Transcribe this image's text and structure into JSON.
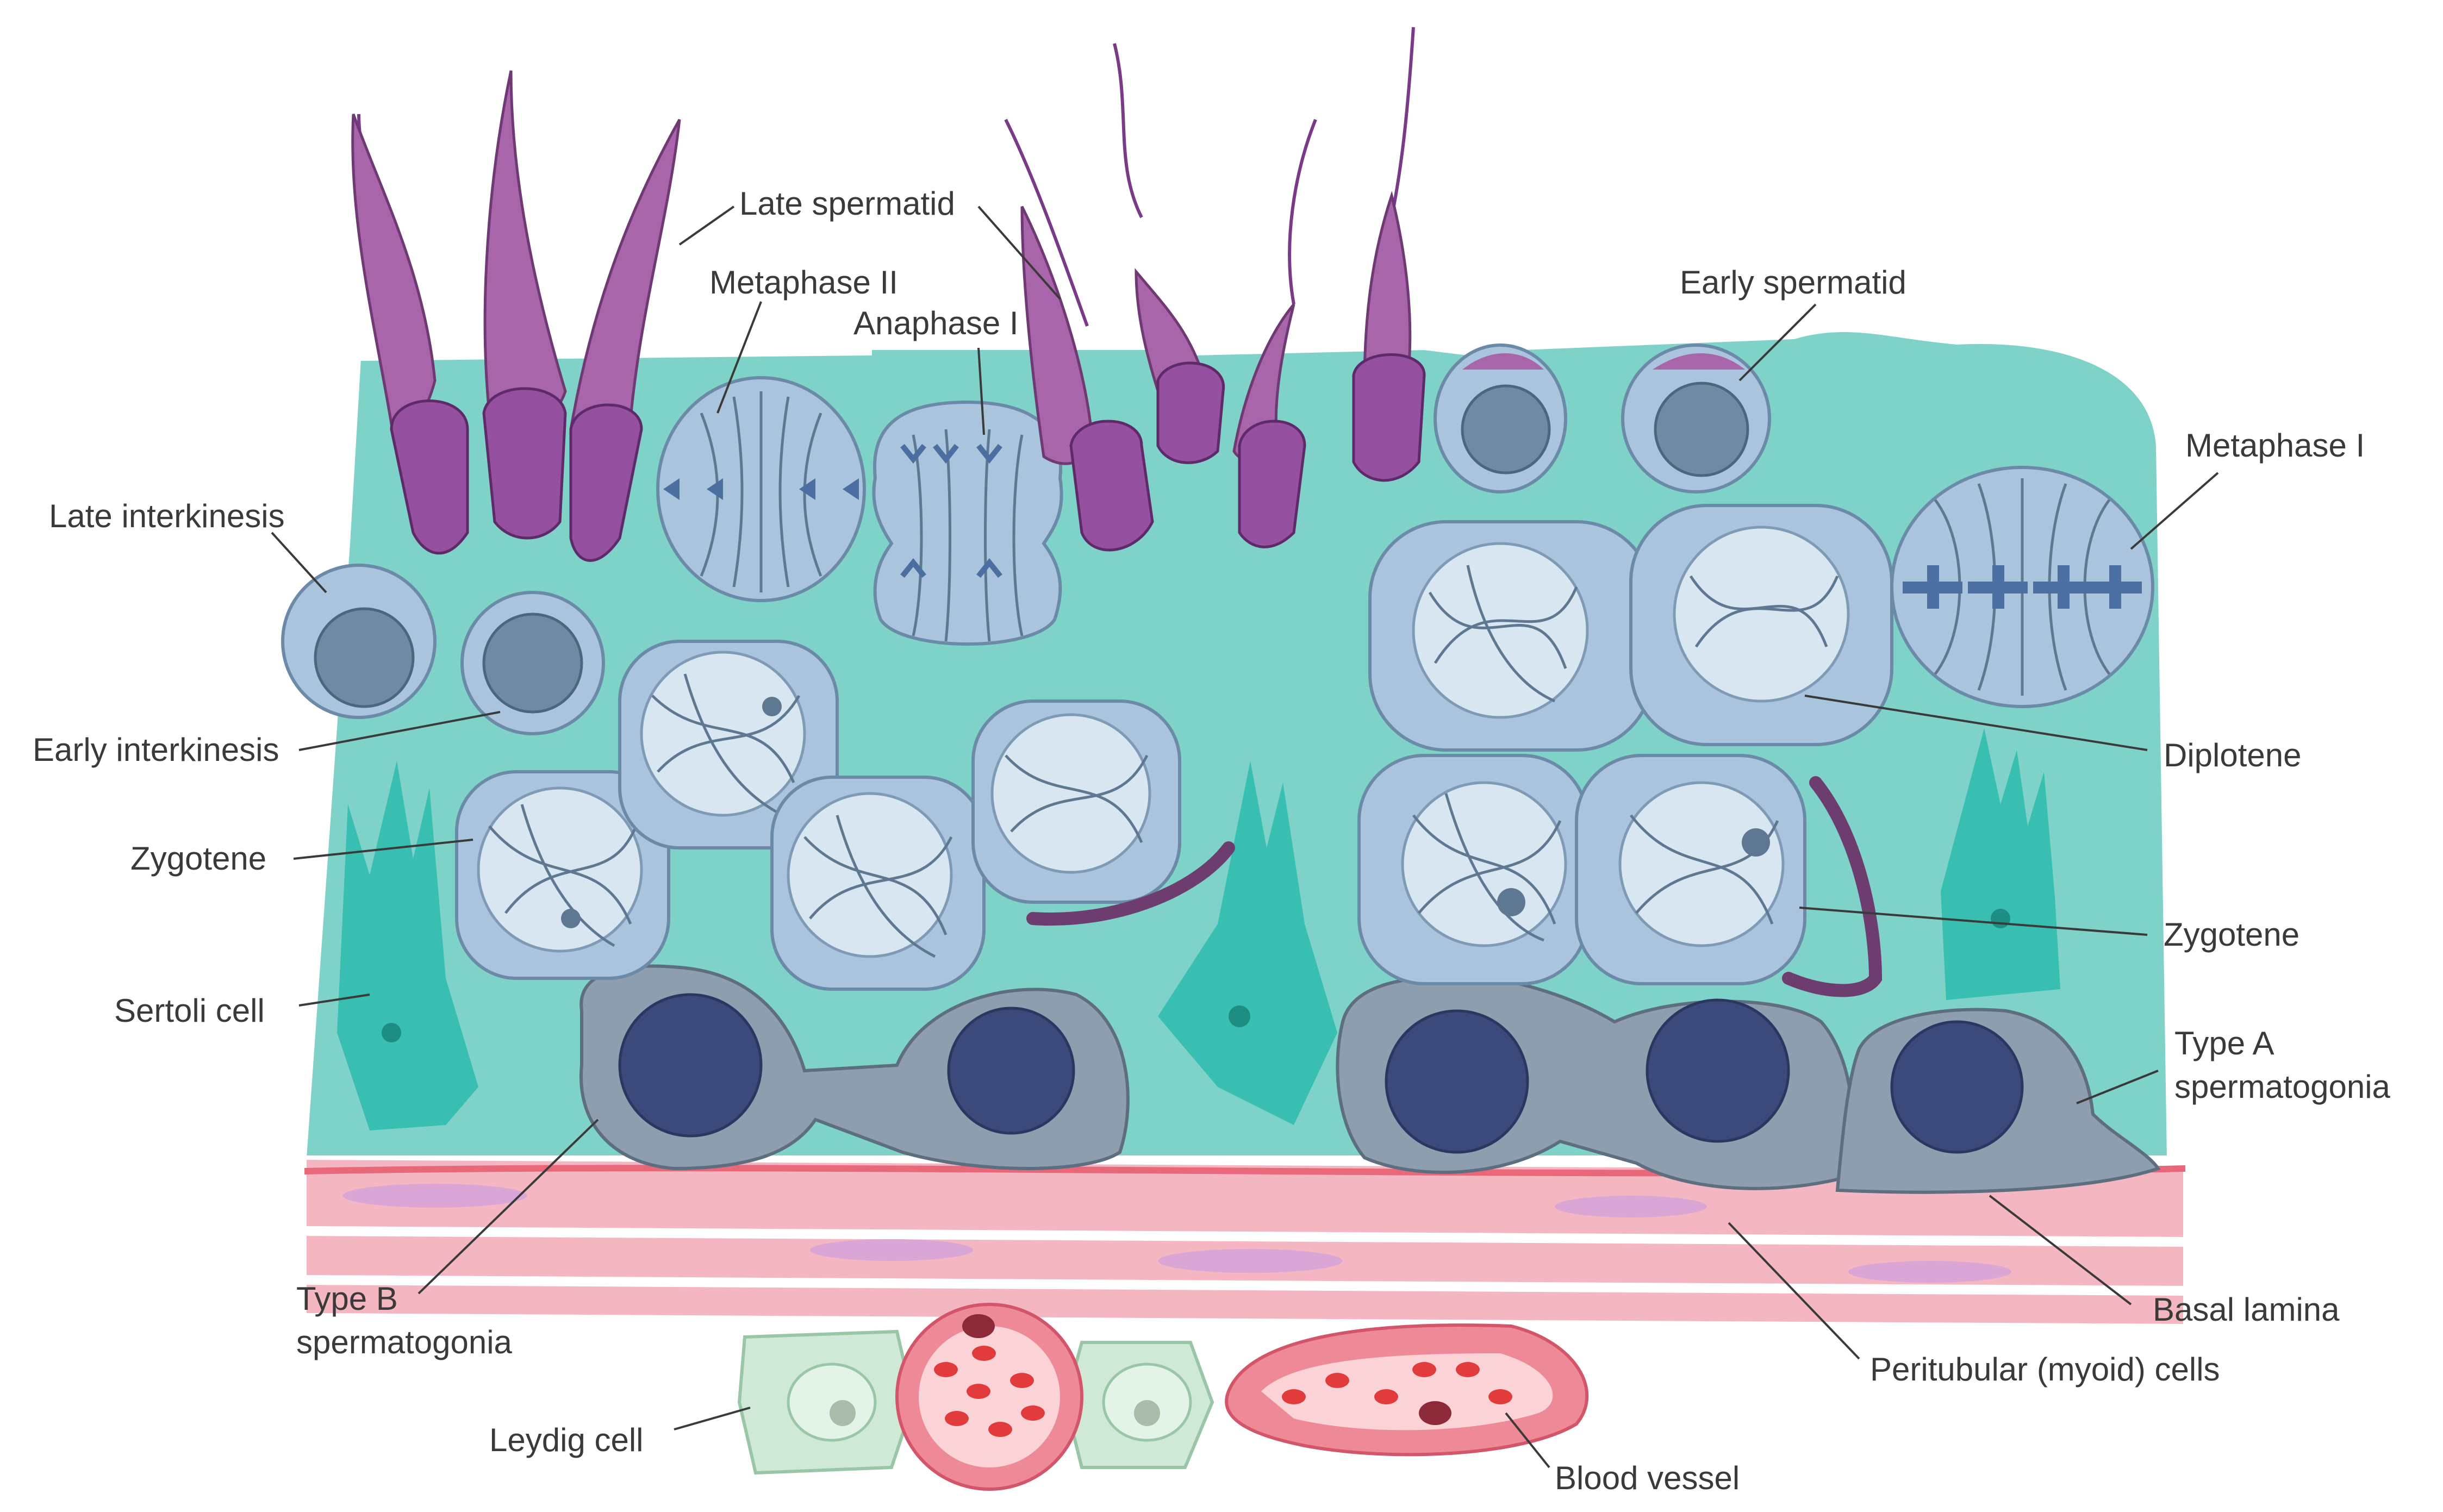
{
  "labels": {
    "late_spermatid": "Late spermatid",
    "metaphase_ii": "Metaphase II",
    "anaphase_i": "Anaphase I",
    "early_spermatid": "Early spermatid",
    "metaphase_i": "Metaphase I",
    "late_interkinesis": "Late interkinesis",
    "early_interkinesis": "Early interkinesis",
    "zygotene_left": "Zygotene",
    "sertoli_cell": "Sertoli cell",
    "type_b_line1": "Type B",
    "type_b_line2": "spermatogonia",
    "leydig_cell": "Leydig cell",
    "blood_vessel": "Blood vessel",
    "peritubular": "Peritubular (myoid) cells",
    "basal_lamina": "Basal lamina",
    "type_a_line1": "Type A",
    "type_a_line2": "spermatogonia",
    "zygotene_right": "Zygotene",
    "diplotene": "Diplotene"
  },
  "colors": {
    "tissue": "#7fd2c8",
    "sertoli": "#38bfb1",
    "spermatogonia": "#8e9eaf",
    "meiotic_cell": "#a9c4dc",
    "spermatid": "#a865a9",
    "peritubular": "#f4b7c1",
    "blood_vessel": "#ee8a97",
    "red_blood_cell": "#e23b3b",
    "leydig": "#cfe9d6"
  }
}
